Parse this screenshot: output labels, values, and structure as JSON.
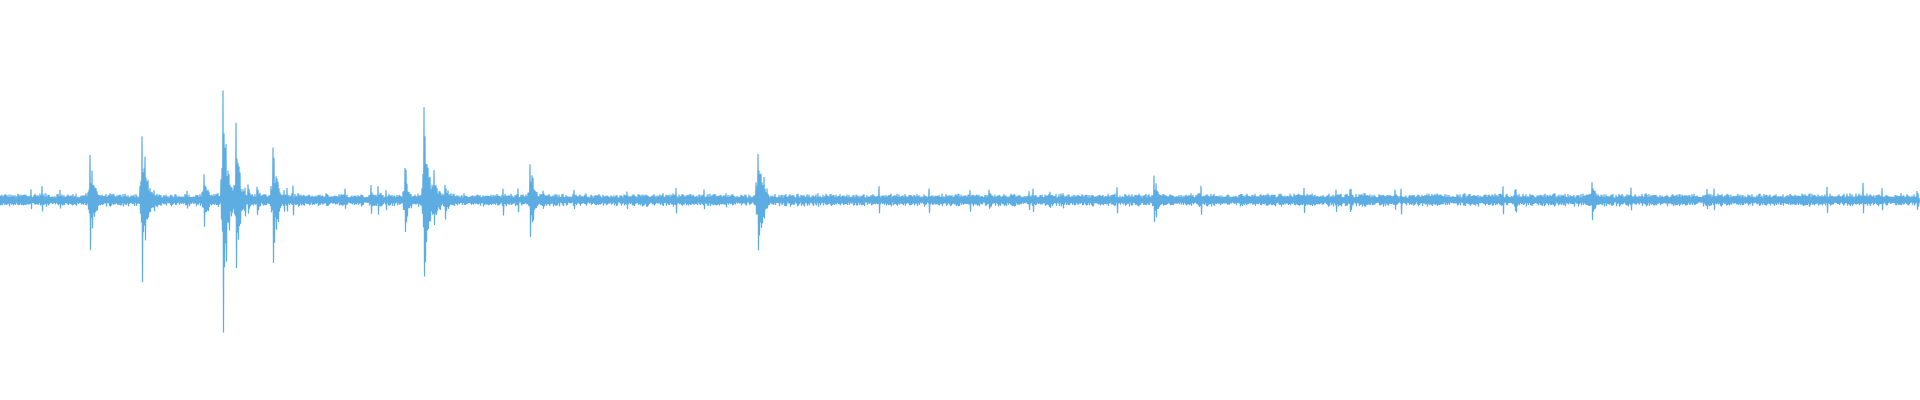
{
  "waveform": {
    "color": "#5dade2",
    "background": "#ffffff",
    "noise_level": 0.025,
    "peaks": [
      {
        "t": 0.047,
        "amp": 0.27
      },
      {
        "t": 0.074,
        "amp": 0.43
      },
      {
        "t": 0.078,
        "amp": 0.08
      },
      {
        "t": 0.08,
        "amp": 0.06
      },
      {
        "t": 0.106,
        "amp": 0.18
      },
      {
        "t": 0.116,
        "amp": 0.73
      },
      {
        "t": 0.123,
        "amp": 0.39
      },
      {
        "t": 0.129,
        "amp": 0.09
      },
      {
        "t": 0.134,
        "amp": 0.08
      },
      {
        "t": 0.142,
        "amp": 0.34
      },
      {
        "t": 0.148,
        "amp": 0.06
      },
      {
        "t": 0.155,
        "amp": 0.04
      },
      {
        "t": 0.17,
        "amp": 0.04
      },
      {
        "t": 0.193,
        "amp": 0.08
      },
      {
        "t": 0.197,
        "amp": 0.08
      },
      {
        "t": 0.211,
        "amp": 0.2
      },
      {
        "t": 0.221,
        "amp": 0.54
      },
      {
        "t": 0.226,
        "amp": 0.17
      },
      {
        "t": 0.232,
        "amp": 0.1
      },
      {
        "t": 0.276,
        "amp": 0.23
      },
      {
        "t": 0.283,
        "amp": 0.06
      },
      {
        "t": 0.395,
        "amp": 0.31
      },
      {
        "t": 0.398,
        "amp": 0.12
      },
      {
        "t": 0.515,
        "amp": 0.06
      },
      {
        "t": 0.601,
        "amp": 0.15
      },
      {
        "t": 0.789,
        "amp": 0.06
      },
      {
        "t": 0.829,
        "amp": 0.12
      },
      {
        "t": 0.889,
        "amp": 0.06
      }
    ]
  }
}
